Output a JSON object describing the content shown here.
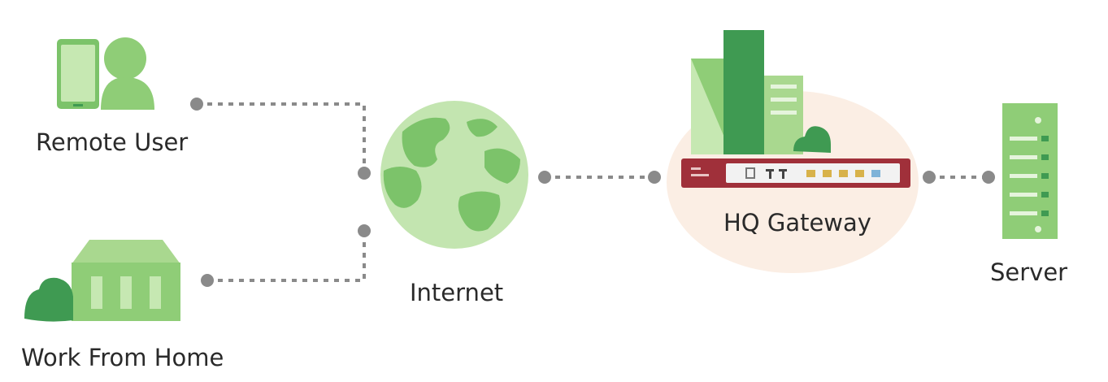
{
  "nodes": {
    "remote_user": {
      "label": "Remote User"
    },
    "work_from_home": {
      "label": "Work From Home"
    },
    "internet": {
      "label": "Internet"
    },
    "hq_gateway": {
      "label": "HQ Gateway"
    },
    "server": {
      "label": "Server"
    }
  },
  "colors": {
    "light_green": "#a9d88f",
    "mid_green": "#7cc36a",
    "dark_green": "#3f9a52",
    "connector": "#888888",
    "gateway_red": "#a0303a",
    "gateway_halo": "#fbeee4"
  },
  "icons": {
    "remote_user": "phone-and-person-icon",
    "work_from_home": "house-with-tree-icon",
    "internet": "globe-icon",
    "hq_gateway": "buildings-and-firewall-icon",
    "server": "server-rack-icon"
  }
}
